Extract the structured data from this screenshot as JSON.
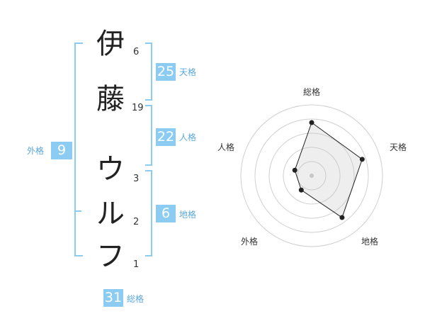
{
  "name_chars": [
    {
      "char": "伊",
      "strokes": "6"
    },
    {
      "char": "藤",
      "strokes": "19"
    },
    {
      "char": "ウ",
      "strokes": "3"
    },
    {
      "char": "ル",
      "strokes": "2"
    },
    {
      "char": "フ",
      "strokes": "1"
    }
  ],
  "fortune": {
    "tenkaku": {
      "value": "25",
      "label": "天格"
    },
    "jinkaku": {
      "value": "22",
      "label": "人格"
    },
    "chikaku": {
      "value": "6",
      "label": "地格"
    },
    "gaikaku": {
      "value": "9",
      "label": "外格"
    },
    "soukaku": {
      "value": "31",
      "label": "総格"
    }
  },
  "colors": {
    "accent": "#8ccbf2",
    "label": "#5aa8dc"
  },
  "chart_data": {
    "type": "radar",
    "axes": [
      "総格",
      "天格",
      "地格",
      "外格",
      "人格"
    ],
    "values": [
      0.75,
      0.75,
      0.73,
      0.25,
      0.25
    ],
    "rings": 5
  }
}
